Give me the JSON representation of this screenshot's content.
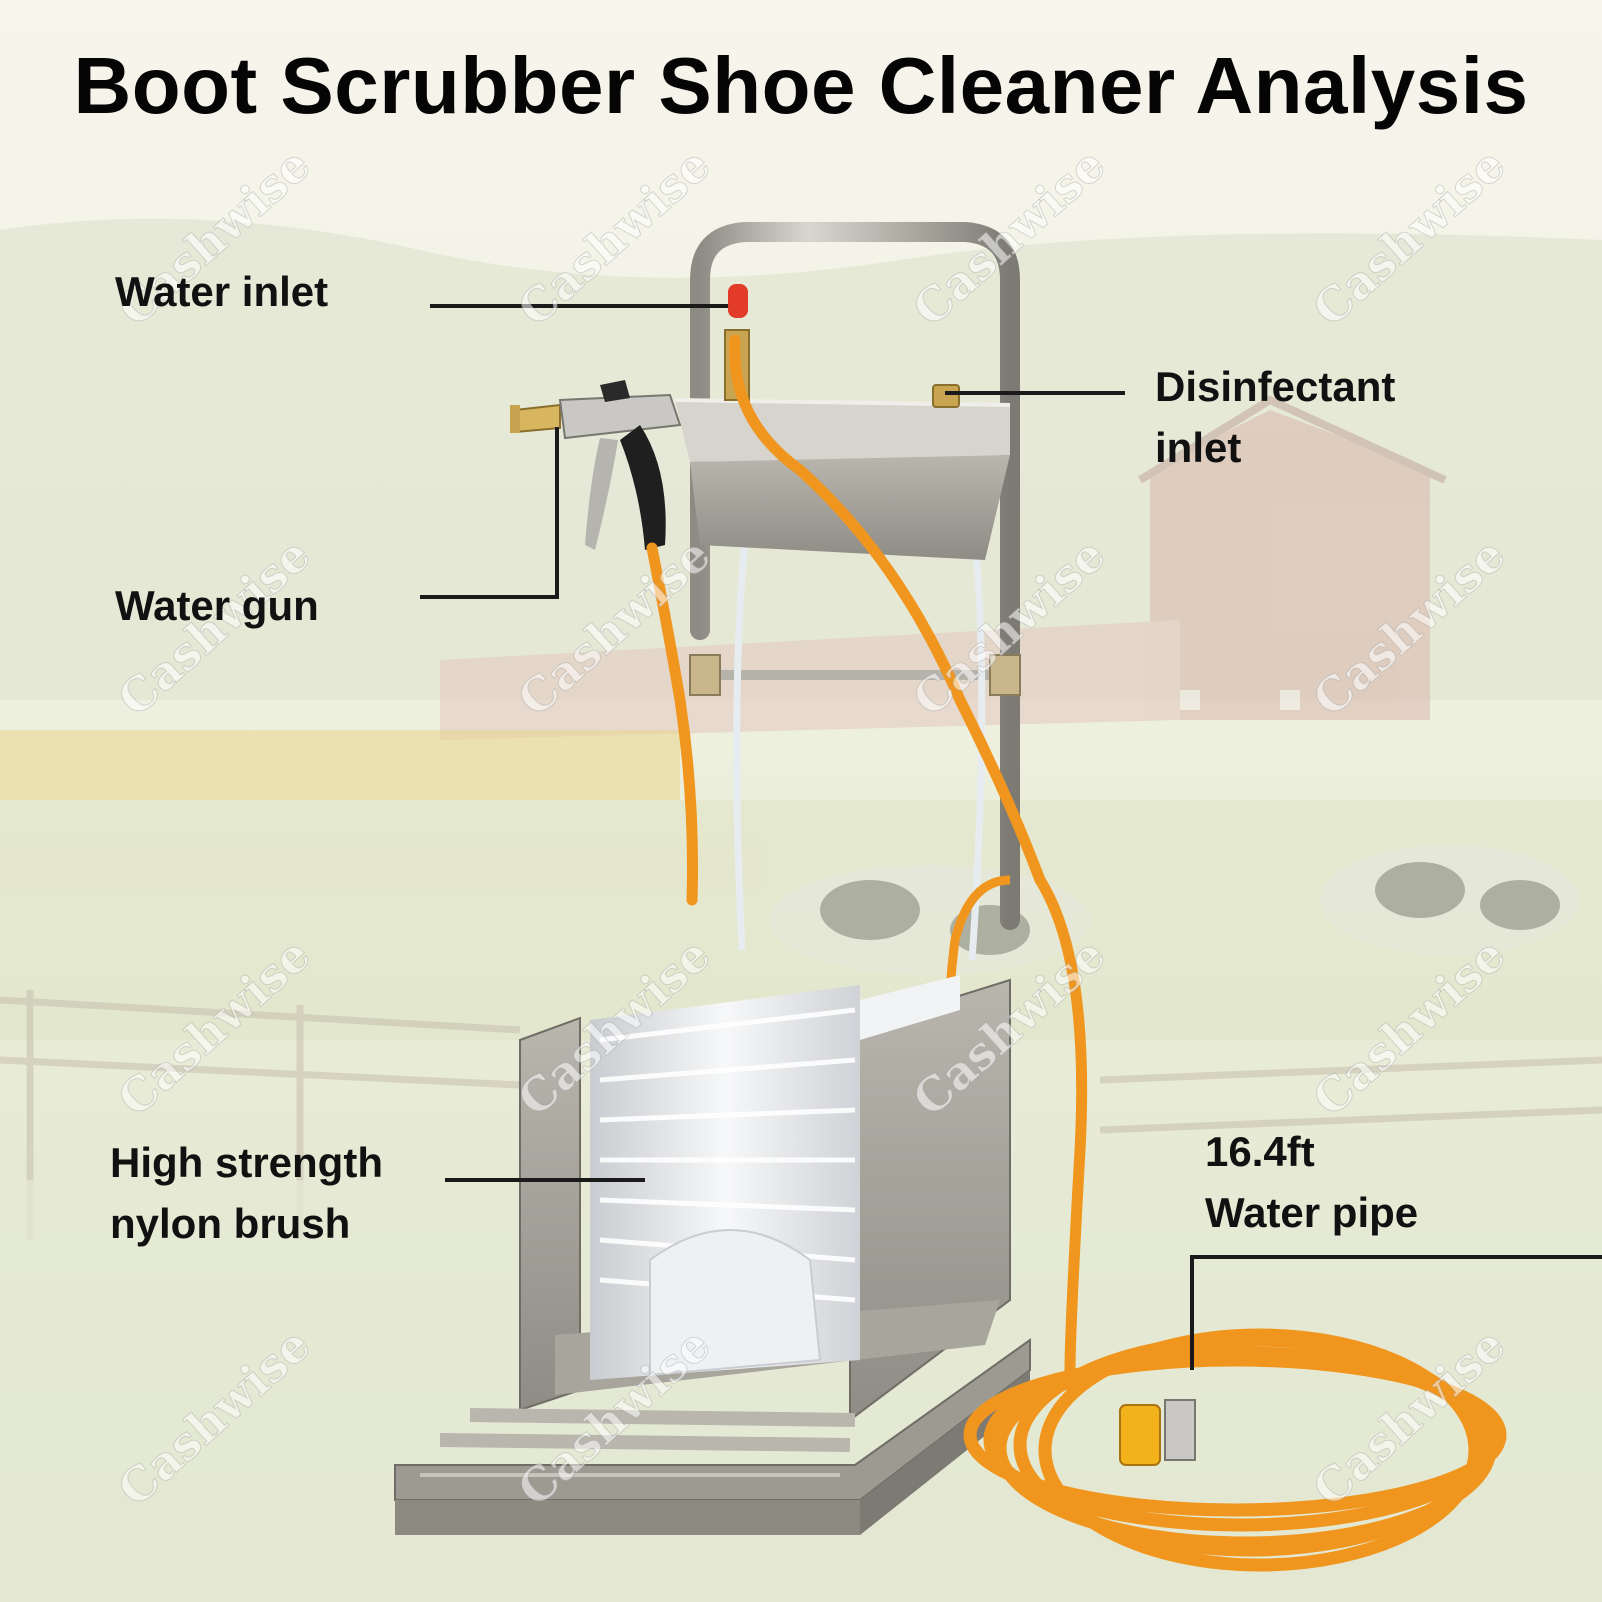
{
  "title": "Boot Scrubber Shoe Cleaner Analysis",
  "watermark": "Cashwise",
  "callouts": {
    "water_inlet": "Water inlet",
    "disinfectant_inlet": [
      "Disinfectant",
      "inlet"
    ],
    "water_gun": "Water gun",
    "nylon_brush": [
      "High strength",
      "nylon brush"
    ],
    "water_pipe": [
      "16.4ft",
      "Water pipe"
    ]
  },
  "colors": {
    "hose": "#f0961e",
    "steel": "#b7b4ac",
    "label_text": "#111111",
    "leader_line": "#1a1a1a",
    "inlet_cap": "#e23b2a"
  }
}
